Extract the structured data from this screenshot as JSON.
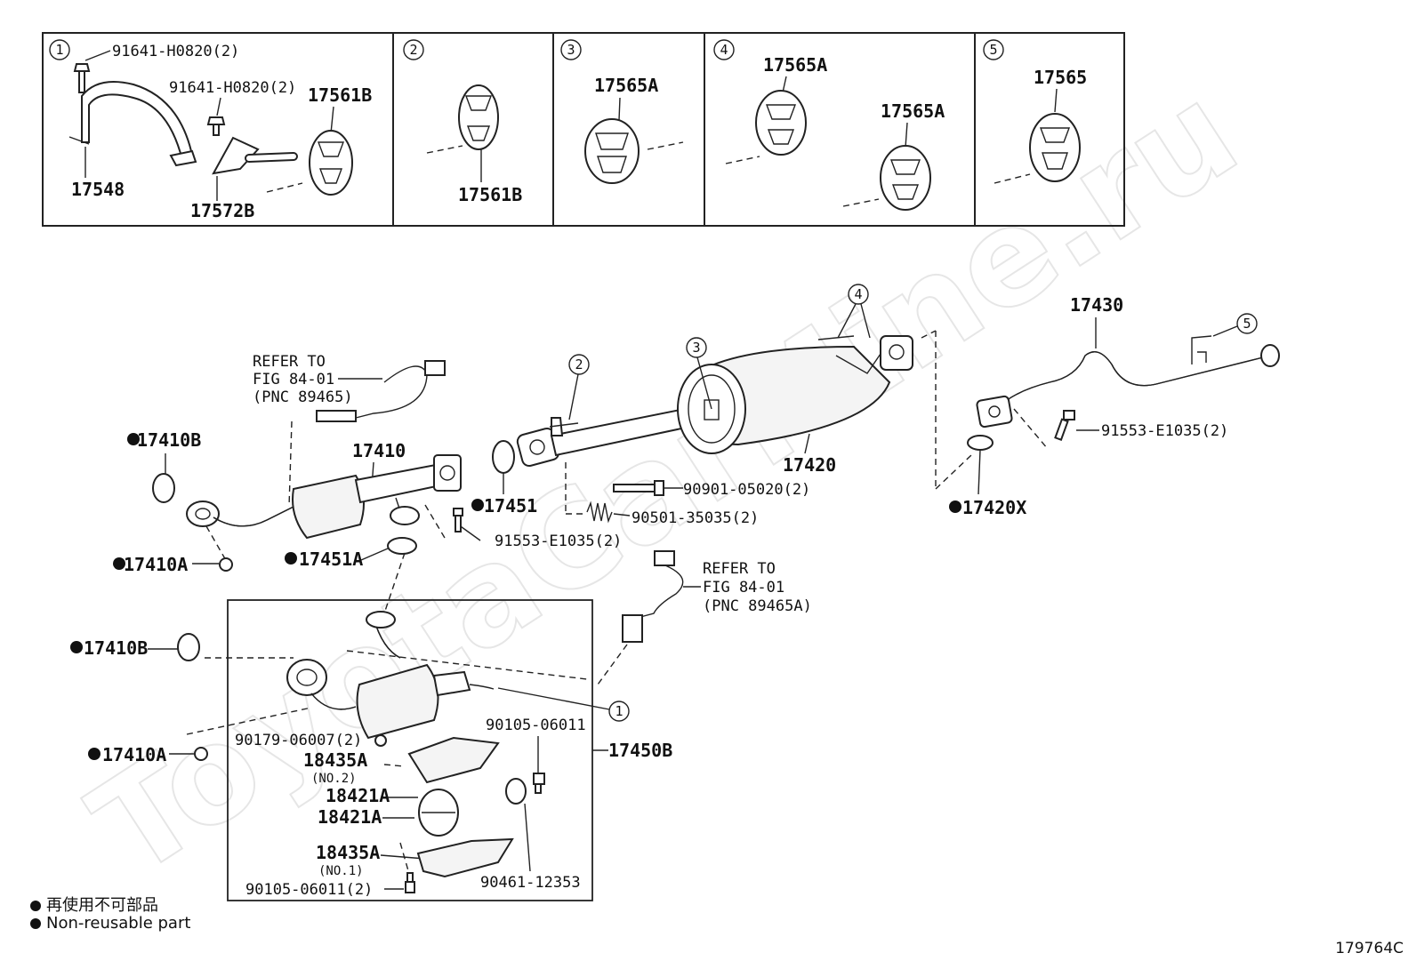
{
  "watermark": "ToyotaCarMine.ru",
  "doc_code": "179764C",
  "legend": {
    "jp": "再使用不可部品",
    "en": "Non-reusable part"
  },
  "detail_boxes": {
    "box1": {
      "num": "1",
      "labels": [
        "91641-H0820(2)",
        "91641-H0820(2)",
        "17561B",
        "17548",
        "17572B"
      ]
    },
    "box2": {
      "num": "2",
      "labels": [
        "17561B"
      ]
    },
    "box3": {
      "num": "3",
      "labels": [
        "17565A"
      ]
    },
    "box4": {
      "num": "4",
      "labels": [
        "17565A",
        "17565A"
      ]
    },
    "box5": {
      "num": "5",
      "labels": [
        "17565"
      ]
    }
  },
  "main": {
    "refer1": [
      "REFER TO",
      "FIG 84-01",
      "(PNC 89465)"
    ],
    "refer2": [
      "REFER TO",
      "FIG 84-01",
      "(PNC 89465A)"
    ],
    "parts": {
      "p17410B_a": "17410B",
      "p17410": "17410",
      "p17410A_a": "17410A",
      "p17451A": "17451A",
      "p17451": "17451",
      "p91553_a": "91553-E1035(2)",
      "p90901": "90901-05020(2)",
      "p90501": "90501-35035(2)",
      "p17420": "17420",
      "p17430": "17430",
      "p91553_b": "91553-E1035(2)",
      "p17420X": "17420X",
      "p17410B_b": "17410B",
      "p17410A_b": "17410A",
      "p90179": "90179-06007(2)",
      "p18435A_a": "18435A",
      "no2": "(NO.2)",
      "p18421A_a": "18421A",
      "p18421A_b": "18421A",
      "p18435A_b": "18435A",
      "no1": "(NO.1)",
      "p90105_a": "90105-06011(2)",
      "p90105_b": "90105-06011",
      "p17450B": "17450B",
      "p90461": "90461-12353"
    },
    "callouts": [
      "1",
      "2",
      "3",
      "4",
      "5"
    ]
  }
}
